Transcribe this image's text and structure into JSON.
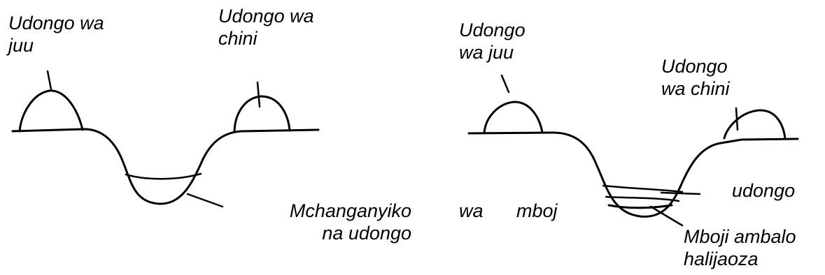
{
  "figure_left": {
    "label_topsoil": [
      "Udongo wa",
      "juu"
    ],
    "label_subsoil": [
      "Udongo wa",
      "chini"
    ],
    "label_mixture": [
      "Mchanganyiko",
      "na udongo"
    ]
  },
  "figure_right": {
    "label_topsoil": [
      "Udongo",
      "wa juu"
    ],
    "label_subsoil": [
      "Udongo",
      "wa chini"
    ],
    "label_mix_fragment": [
      "wa",
      "mboj"
    ],
    "label_soil": "udongo",
    "label_manure": [
      "Mboji ambalo",
      "halijaoza"
    ]
  }
}
